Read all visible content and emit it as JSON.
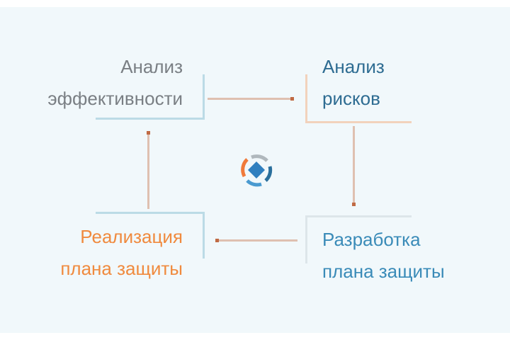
{
  "nodes": {
    "effectiveness": {
      "line1": "Анализ",
      "line2": "эффективности",
      "color": "#7a7f84"
    },
    "risks": {
      "line1": "Анализ",
      "line2": "рисков",
      "color": "#2e6c92"
    },
    "development": {
      "line1": "Разработка",
      "line2": "плана защиты",
      "color": "#3a8bb8"
    },
    "implementation": {
      "line1": "Реализация",
      "line2": "плана защиты",
      "color": "#f08a3e"
    }
  },
  "colors": {
    "arrow": "#dfc0b0",
    "arrow_head": "#c06a44",
    "bracket_blue": "#bcdbe6",
    "bracket_orange": "#f2d2bc"
  }
}
